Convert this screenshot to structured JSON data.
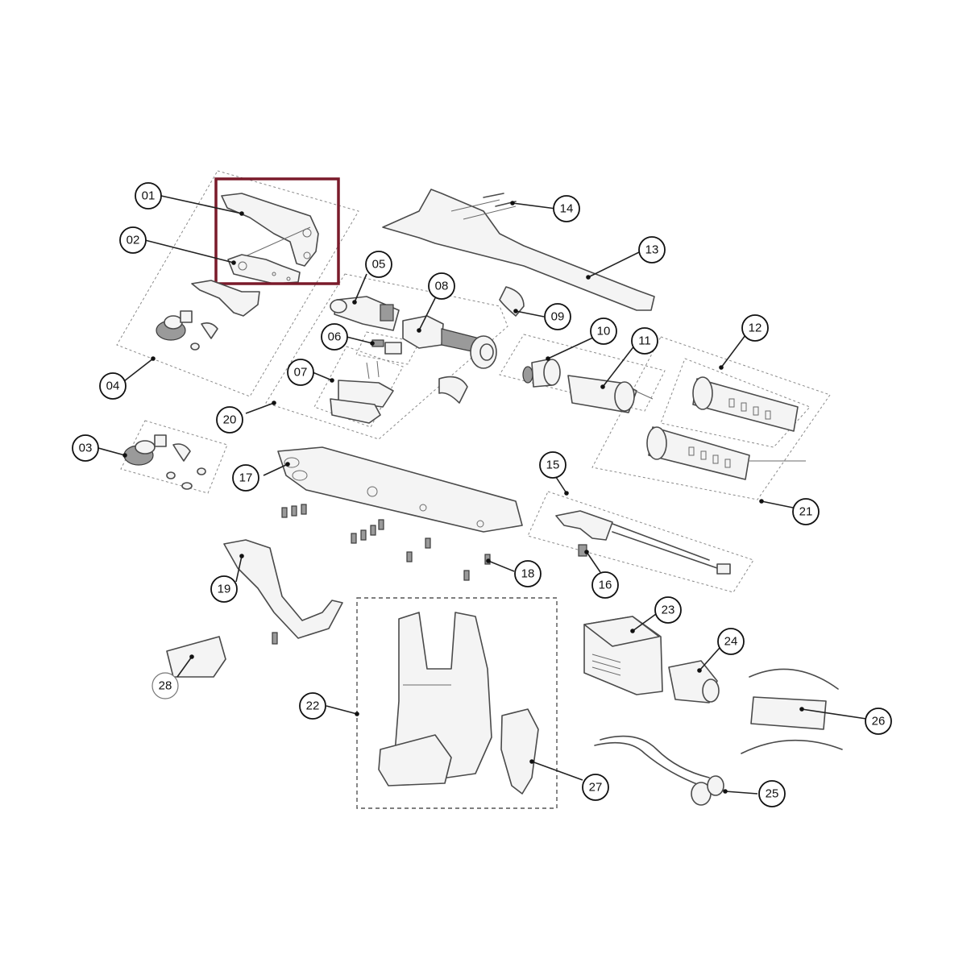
{
  "diagram": {
    "callouts": [
      {
        "id": "01",
        "label": "01"
      },
      {
        "id": "02",
        "label": "02"
      },
      {
        "id": "03",
        "label": "03"
      },
      {
        "id": "04",
        "label": "04"
      },
      {
        "id": "05",
        "label": "05"
      },
      {
        "id": "06",
        "label": "06"
      },
      {
        "id": "07",
        "label": "07"
      },
      {
        "id": "08",
        "label": "08"
      },
      {
        "id": "09",
        "label": "09"
      },
      {
        "id": "10",
        "label": "10"
      },
      {
        "id": "11",
        "label": "11"
      },
      {
        "id": "12",
        "label": "12"
      },
      {
        "id": "13",
        "label": "13"
      },
      {
        "id": "14",
        "label": "14"
      },
      {
        "id": "15",
        "label": "15"
      },
      {
        "id": "16",
        "label": "16"
      },
      {
        "id": "17",
        "label": "17"
      },
      {
        "id": "18",
        "label": "18"
      },
      {
        "id": "19",
        "label": "19"
      },
      {
        "id": "20",
        "label": "20"
      },
      {
        "id": "21",
        "label": "21"
      },
      {
        "id": "22",
        "label": "22"
      },
      {
        "id": "23",
        "label": "23"
      },
      {
        "id": "24",
        "label": "24"
      },
      {
        "id": "25",
        "label": "25"
      },
      {
        "id": "26",
        "label": "26"
      },
      {
        "id": "27",
        "label": "27"
      },
      {
        "id": "28",
        "label": "28"
      }
    ],
    "highlight_color": "#7a1a2a",
    "line_color": "#4a4a4a"
  }
}
